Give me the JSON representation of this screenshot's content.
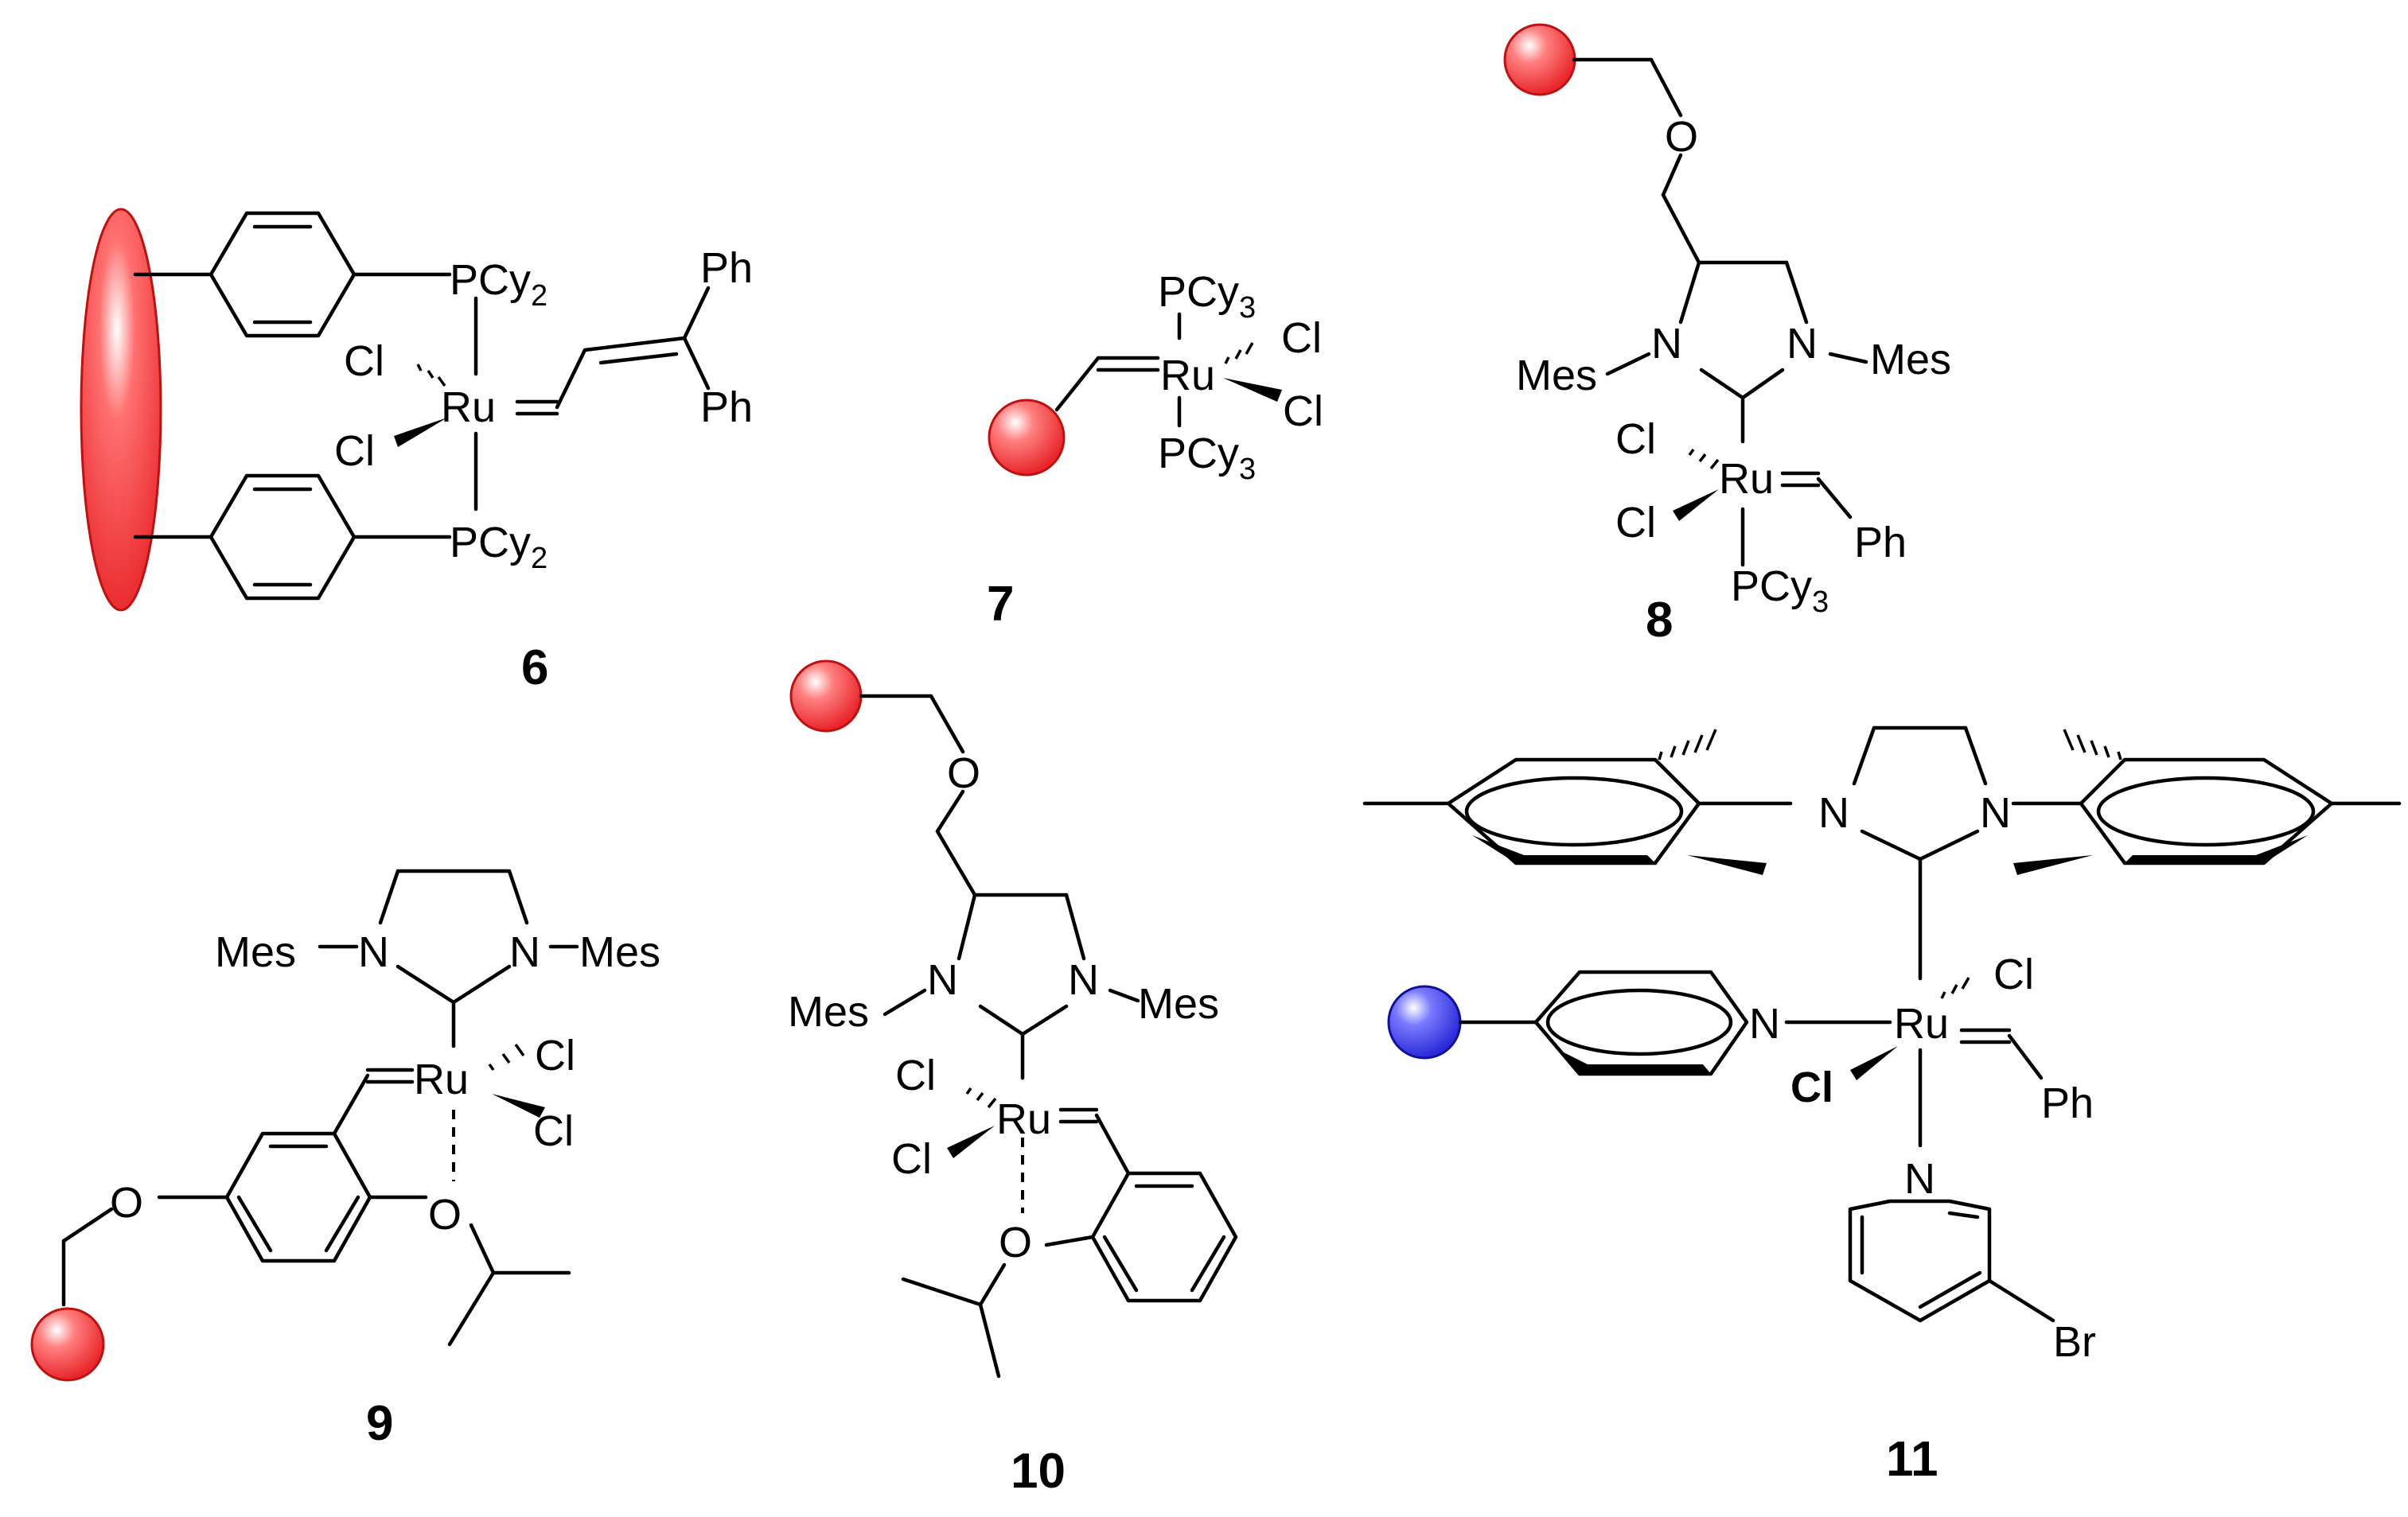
{
  "colors": {
    "support_red": "#e8262b",
    "support_blue": "#2a2ad8",
    "bond": "#000000"
  },
  "compounds": [
    {
      "number": "6",
      "labels": {
        "p_top": "PCy",
        "p_top_sub": "2",
        "p_bot": "PCy",
        "p_bot_sub": "2",
        "ru": "Ru",
        "cl1": "Cl",
        "cl2": "Cl",
        "ph1": "Ph",
        "ph2": "Ph"
      }
    },
    {
      "number": "7",
      "labels": {
        "p_top": "PCy",
        "p_top_sub": "3",
        "p_bot": "PCy",
        "p_bot_sub": "3",
        "ru": "Ru",
        "cl1": "Cl",
        "cl2": "Cl"
      }
    },
    {
      "number": "8",
      "labels": {
        "o": "O",
        "n1": "N",
        "n2": "N",
        "mes1": "Mes",
        "mes2": "Mes",
        "cl1": "Cl",
        "cl2": "Cl",
        "ru": "Ru",
        "ph": "Ph",
        "p": "PCy",
        "p_sub": "3"
      }
    },
    {
      "number": "9",
      "labels": {
        "n1": "N",
        "n2": "N",
        "mes1": "Mes",
        "mes2": "Mes",
        "cl1": "Cl",
        "cl2": "Cl",
        "ru": "Ru",
        "o1": "O",
        "o2": "O"
      }
    },
    {
      "number": "10",
      "labels": {
        "o1": "O",
        "n1": "N",
        "n2": "N",
        "mes1": "Mes",
        "mes2": "Mes",
        "cl1": "Cl",
        "cl2": "Cl",
        "ru": "Ru",
        "o2": "O"
      }
    },
    {
      "number": "11",
      "labels": {
        "n1": "N",
        "n2": "N",
        "n_py1": "N",
        "ru": "Ru",
        "cl1": "Cl",
        "cl2": "Cl",
        "ph": "Ph",
        "n_py2": "N",
        "br": "Br"
      }
    }
  ]
}
